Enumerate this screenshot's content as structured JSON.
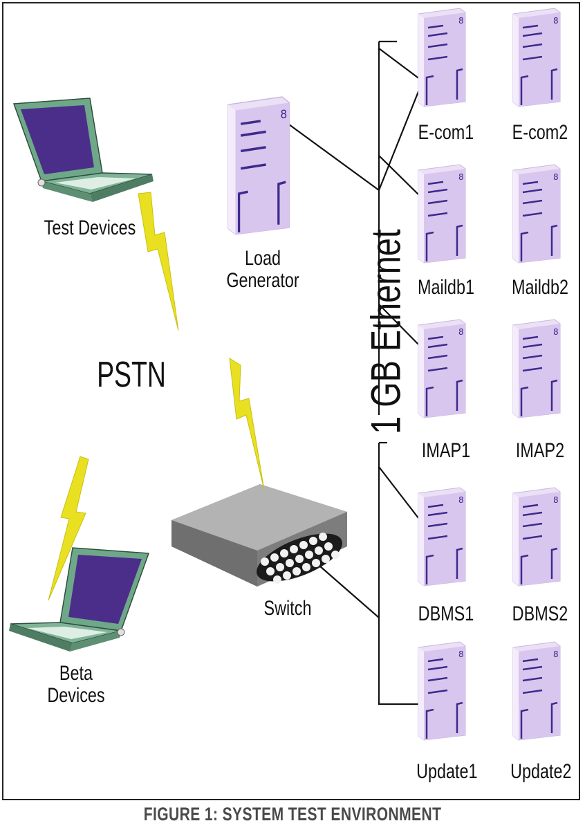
{
  "figure": {
    "caption": "FIGURE 1: SYSTEM TEST ENVIRONMENT"
  },
  "labels": {
    "test_devices": "Test Devices",
    "beta_devices_line1": "Beta",
    "beta_devices_line2": "Devices",
    "pstn": "PSTN",
    "load_generator_line1": "Load",
    "load_generator_line2": "Generator",
    "switch": "Switch",
    "ethernet": "1 GB Ethernet"
  },
  "servers": [
    {
      "left": "E-com1",
      "right": "E-com2"
    },
    {
      "left": "Maildb1",
      "right": "Maildb2"
    },
    {
      "left": "IMAP1",
      "right": "IMAP2"
    },
    {
      "left": "DBMS1",
      "right": "DBMS2"
    },
    {
      "left": "Update1",
      "right": "Update2"
    }
  ],
  "colors": {
    "server_face": "#d9c6ee",
    "server_side": "#ece0f7",
    "server_stripe": "#3d2a8c",
    "laptop_body": "#6fa889",
    "laptop_screen": "#4b2e8a",
    "lightning": "#e8e021",
    "switch_body": "#8c8c8c"
  }
}
